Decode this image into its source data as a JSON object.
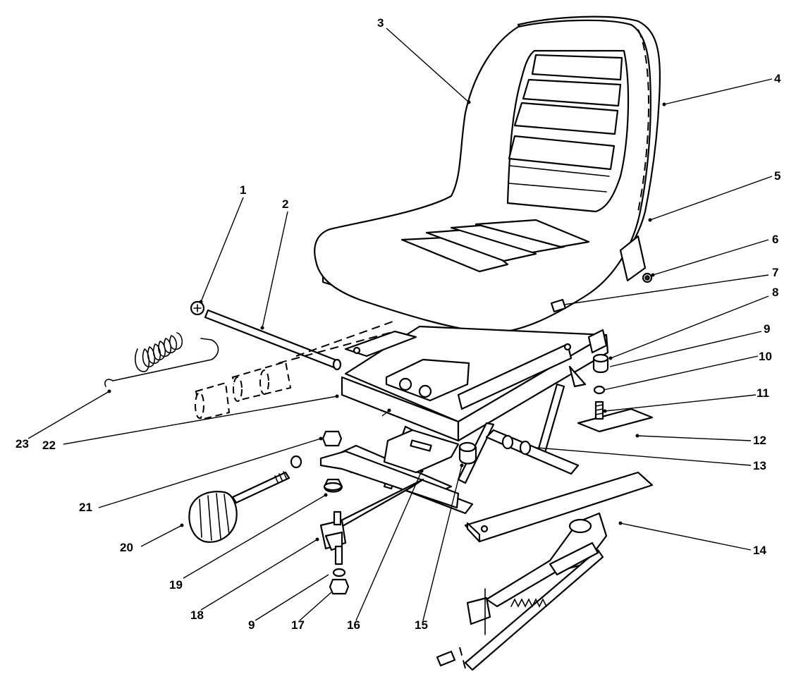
{
  "callouts": [
    {
      "id": "c1",
      "label": "1"
    },
    {
      "id": "c2",
      "label": "2"
    },
    {
      "id": "c3",
      "label": "3"
    },
    {
      "id": "c4",
      "label": "4"
    },
    {
      "id": "c5",
      "label": "5"
    },
    {
      "id": "c6",
      "label": "6"
    },
    {
      "id": "c7",
      "label": "7"
    },
    {
      "id": "c8",
      "label": "8"
    },
    {
      "id": "c9a",
      "label": "9"
    },
    {
      "id": "c10",
      "label": "10"
    },
    {
      "id": "c11",
      "label": "11"
    },
    {
      "id": "c12",
      "label": "12"
    },
    {
      "id": "c13",
      "label": "13"
    },
    {
      "id": "c14",
      "label": "14"
    },
    {
      "id": "c15",
      "label": "15"
    },
    {
      "id": "c16",
      "label": "16"
    },
    {
      "id": "c17",
      "label": "17"
    },
    {
      "id": "c18",
      "label": "18"
    },
    {
      "id": "c19",
      "label": "19"
    },
    {
      "id": "c20",
      "label": "20"
    },
    {
      "id": "c21",
      "label": "21"
    },
    {
      "id": "c22",
      "label": "22"
    },
    {
      "id": "c23",
      "label": "23"
    },
    {
      "id": "c9b",
      "label": "9"
    }
  ]
}
